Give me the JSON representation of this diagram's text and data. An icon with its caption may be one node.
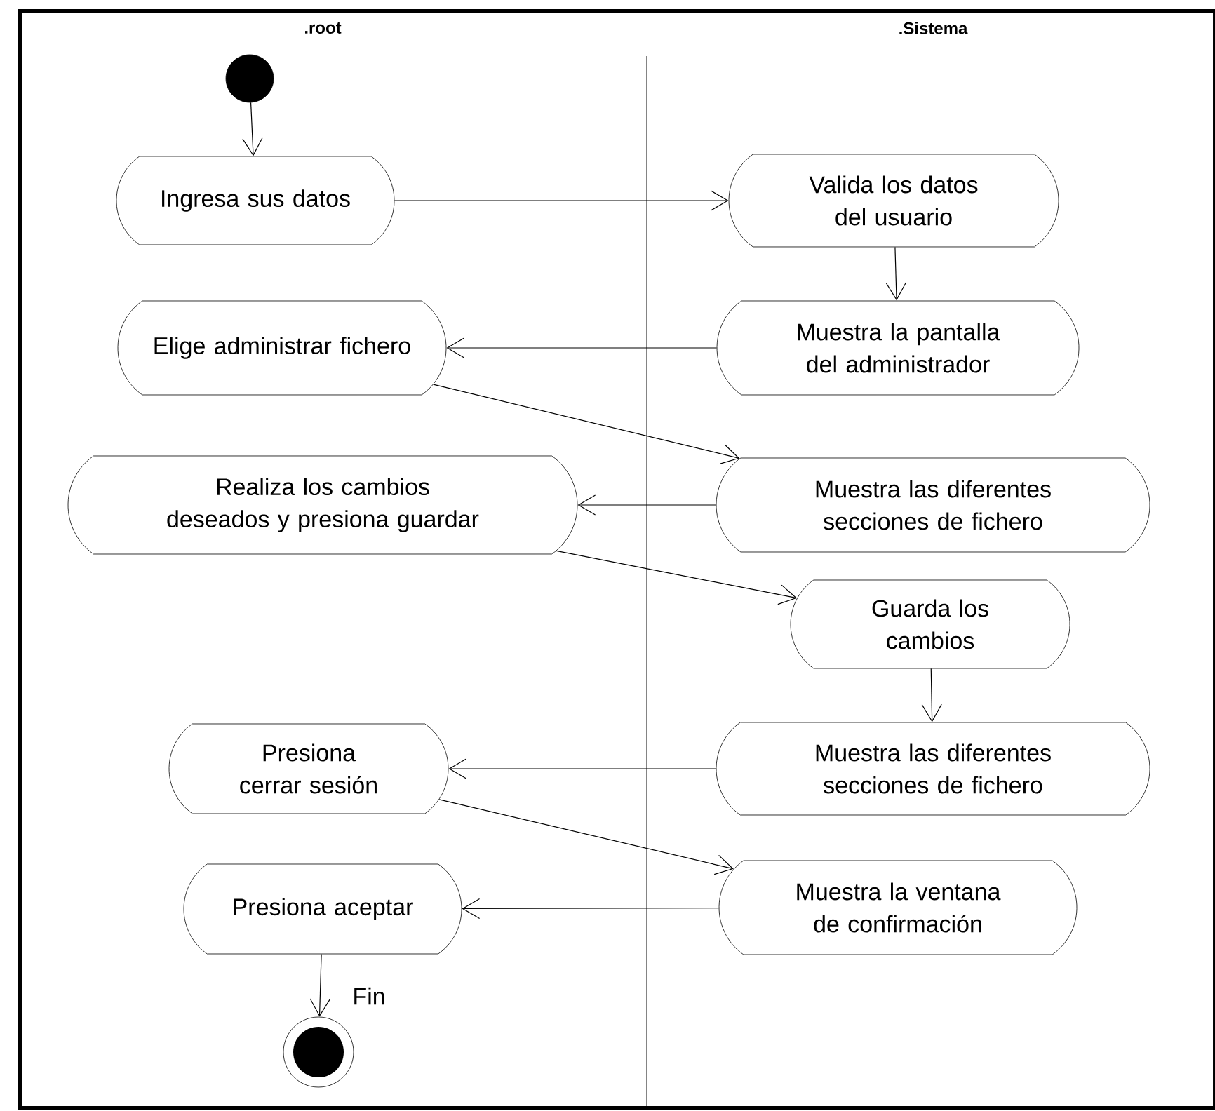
{
  "diagram": {
    "nodes": [
      {
        "text": [],
        "shape": "circle"
      },
      {
        "text": [
          "Ingresa sus datos"
        ]
      },
      {
        "text": [
          "Valida los datos del usuario"
        ]
      },
      {
        "text": [
          "Muestra la pantalla del administrador"
        ]
      },
      {
        "text": [
          "Elige administrar fichero"
        ]
      },
      {
        "text": [
          "Muestra las diferentes secciones de fichero"
        ]
      },
      {
        "text": [
          "Realiza los cambios deseados y presiona guardar"
        ]
      },
      {
        "text": [
          "Guarda los cambios"
        ]
      },
      {
        "text": [
          "Muestra las diferentes secciones de fichero"
        ]
      },
      {
        "text": [
          "Presiona cerrar sesión"
        ]
      },
      {
        "text": [
          "Muestra la ventana de confirmación"
        ]
      },
      {
        "text": [
          "Presiona aceptar"
        ]
      },
      {
        "text": [],
        "shape": "circle"
      }
    ],
    "edges": [
      {
        "from": 0,
        "to": 1,
        "arrow": "to"
      },
      {
        "from": 1,
        "to": 2,
        "arrow": "to"
      },
      {
        "from": 2,
        "to": 3,
        "arrow": "to"
      },
      {
        "from": 3,
        "to": 4,
        "arrow": "to"
      },
      {
        "from": 4,
        "to": 5,
        "arrow": "to"
      },
      {
        "from": 5,
        "to": 6,
        "arrow": "to"
      },
      {
        "from": 6,
        "to": 7,
        "arrow": "to"
      },
      {
        "from": 7,
        "to": 8,
        "arrow": "to"
      },
      {
        "from": 8,
        "to": 9,
        "arrow": "to"
      },
      {
        "from": 9,
        "to": 10,
        "arrow": "to"
      },
      {
        "from": 10,
        "to": 11,
        "arrow": "to"
      },
      {
        "from": 11,
        "to": 12,
        "arrow": "to",
        "label": "Fin"
      }
    ],
    "labels": [
      ".root",
      ".Sistema"
    ]
  }
}
